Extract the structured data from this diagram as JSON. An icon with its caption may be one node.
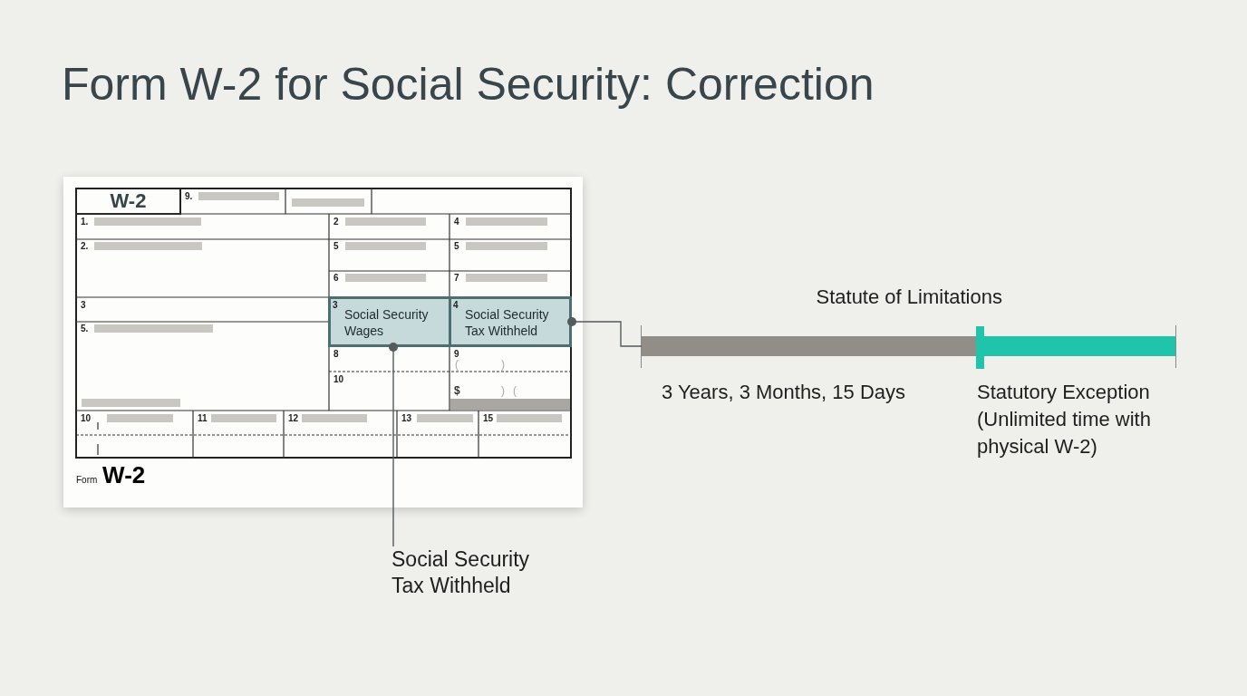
{
  "diagram": {
    "title": "Form W-2 for Social Security: Correction",
    "nodes": [
      {
        "text": [
          "W-2",
          "Form **W-2**"
        ]
      },
      {
        "text": [
          "3",
          "Social Security Wages"
        ],
        "in": 0
      },
      {
        "text": [
          "4",
          "Social Security Tax Withheld"
        ],
        "in": 0
      },
      {
        "text": [
          "Social Security Tax Withheld"
        ]
      },
      {
        "text": [],
        "shape": "bar",
        "beside": [
          "3 Years, 3 Months, 15 Days"
        ]
      },
      {
        "text": [],
        "shape": "bar",
        "beside": [
          "Statutory Exception (Unlimited time with physical W-2)"
        ]
      }
    ],
    "edges": [
      {
        "from": 1,
        "to": 3,
        "arrow": "other"
      },
      {
        "from": 2,
        "to": 4,
        "arrow": "other"
      }
    ],
    "labels": [
      "9.",
      "1.",
      "2",
      "4",
      "2.",
      "5",
      "5",
      "6",
      "7",
      "3",
      "5.",
      "8",
      "9",
      "(",
      ")",
      "10",
      "$",
      ")",
      "(",
      "10",
      "11",
      "12",
      "13",
      "15",
      "Statute of Limitations"
    ]
  }
}
